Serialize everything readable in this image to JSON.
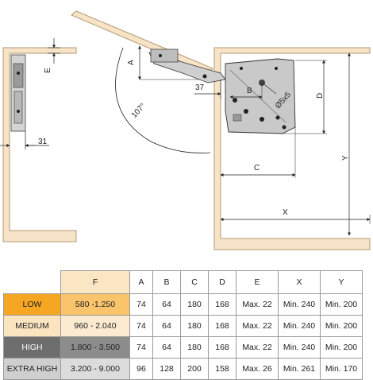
{
  "drawing": {
    "dim_labels": {
      "A": "A",
      "B": "B",
      "C": "C",
      "D": "D",
      "E": "E",
      "X": "X",
      "Y": "Y",
      "angle": "107°",
      "w37": "37",
      "w31": "31",
      "hole": "Ø5x5"
    },
    "colors": {
      "panel_fill": "#f7e3c7",
      "panel_stroke": "#b59a73",
      "mechanism": "#c9c9c9",
      "line": "#222222"
    }
  },
  "table": {
    "headers": [
      "F",
      "A",
      "B",
      "C",
      "D",
      "E",
      "X",
      "Y"
    ],
    "rows": [
      {
        "label": "LOW",
        "label_color": "#f5a623",
        "label_text_color": "#222222",
        "f_color": "#f9c46b",
        "values": [
          "580 -1.250",
          "74",
          "64",
          "180",
          "168",
          "Max. 22",
          "Min. 240",
          "Min. 200"
        ]
      },
      {
        "label": "MEDIUM",
        "label_color": "#fbe4c0",
        "label_text_color": "#222222",
        "f_color": "#fcebd1",
        "values": [
          "960 - 2.040",
          "74",
          "64",
          "180",
          "168",
          "Max. 22",
          "Min. 240",
          "Min. 200"
        ]
      },
      {
        "label": "HIGH",
        "label_color": "#6e6e6e",
        "label_text_color": "#ffffff",
        "f_color": "#8c8c8c",
        "values": [
          "1.800 - 3.500",
          "74",
          "64",
          "180",
          "168",
          "Max. 22",
          "Min. 240",
          "Min. 200"
        ]
      },
      {
        "label": "EXTRA HIGH",
        "label_color": "#cfcfcf",
        "label_text_color": "#222222",
        "f_color": "#dcdcdc",
        "values": [
          "3.200 - 9.000",
          "96",
          "128",
          "200",
          "158",
          "Max. 26",
          "Min. 261",
          "Min. 170"
        ]
      }
    ]
  }
}
